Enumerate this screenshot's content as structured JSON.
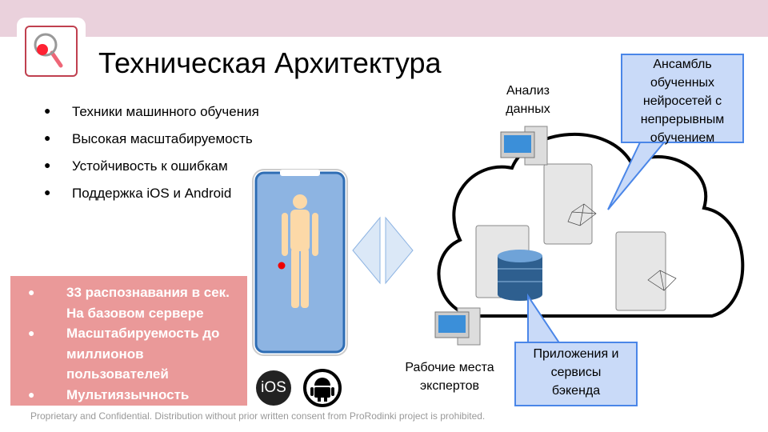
{
  "title": "Техническая Архитектура",
  "bullets": [
    "Техники машинного обучения",
    "Высокая масштабируемость",
    "Устойчивость к ошибкам",
    "Поддержка iOS и Android"
  ],
  "highlights": {
    "lines": [
      "33 распознавания в сек.",
      "На базовом сервере",
      "Масштабируемость до",
      "миллионов",
      "пользователей",
      "Мультиязычность"
    ]
  },
  "diagram": {
    "analysis_label_1": "Анализ",
    "analysis_label_2": "данных",
    "ensemble": [
      "Ансамбль",
      "обученных",
      "нейросетей с",
      "непрерывным",
      "обучением"
    ],
    "apps": [
      "Приложения и",
      "сервисы",
      "бэкенда"
    ],
    "experts_1": "Рабочие места",
    "experts_2": "экспертов",
    "ios_label": "iOS"
  },
  "footer": "Proprietary and Confidential. Distribution without prior written consent from ProRodinki project is prohibited.",
  "colors": {
    "topbar": "#ead1dc",
    "pink": "#ea9999",
    "callout_fill": "#c9daf8",
    "callout_border": "#4a86e8"
  }
}
